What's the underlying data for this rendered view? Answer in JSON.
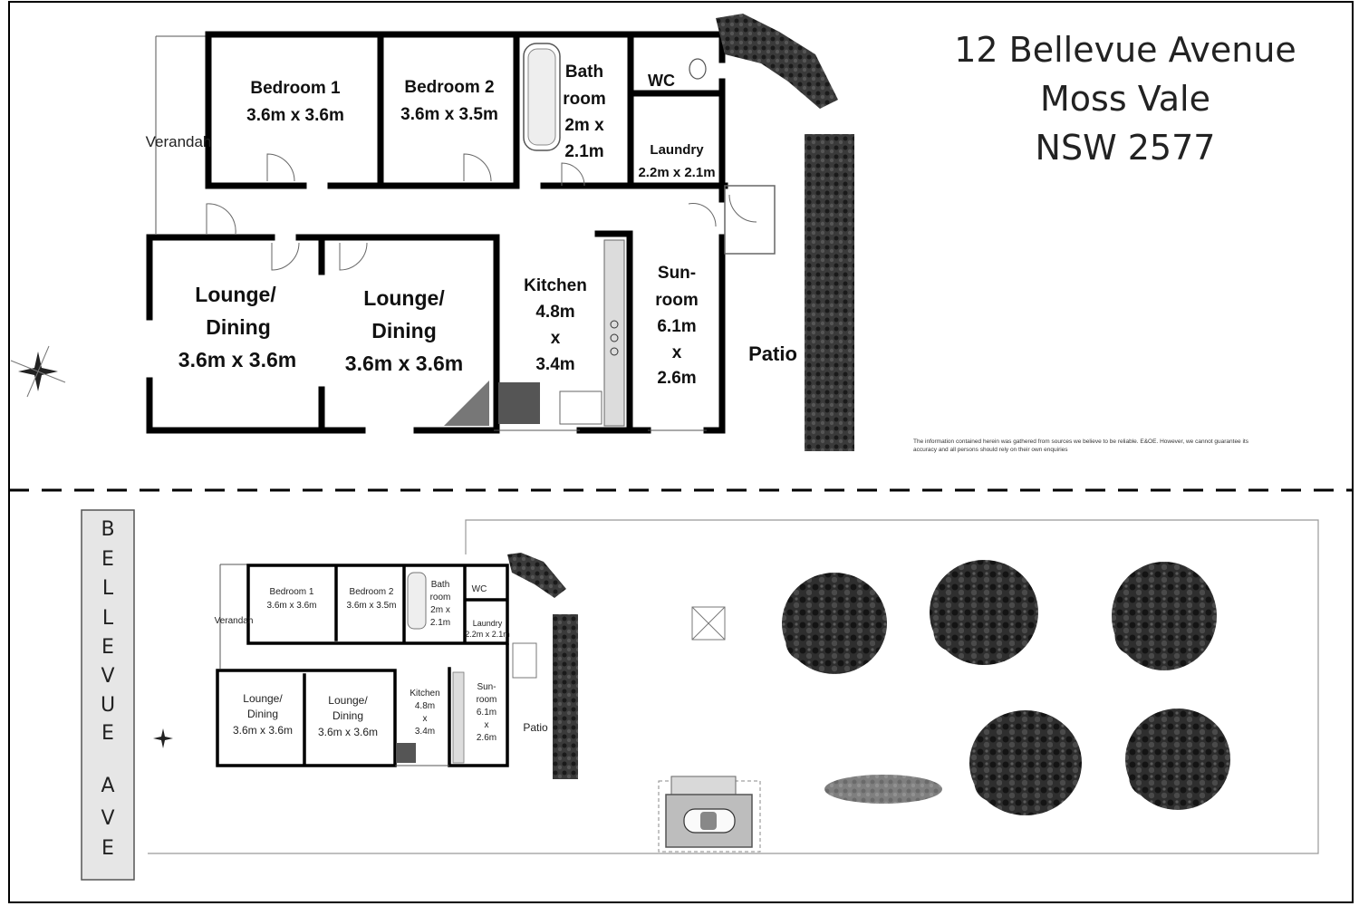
{
  "address": {
    "line1": "12 Bellevue Avenue",
    "line2": "Moss Vale",
    "line3": "NSW 2577"
  },
  "disclaimer": {
    "line1": "The information contained herein was gathered  from sources we believe to be reliable. E&OE. However, we cannot guarantee its",
    "line2": "accuracy and all persons should rely on  their own enquiries"
  },
  "street": {
    "letters": [
      "B",
      "E",
      "L",
      "L",
      "E",
      "V",
      "U",
      "E",
      "A",
      "V",
      "E"
    ]
  },
  "rooms": {
    "bedroom1": {
      "name": "Bedroom 1",
      "size": "3.6m x 3.6m"
    },
    "bedroom2": {
      "name": "Bedroom 2",
      "size": "3.6m x 3.5m"
    },
    "bathroom": {
      "line1": "Bath",
      "line2": "room",
      "line3": "2m x",
      "line4": "2.1m"
    },
    "wc": {
      "name": "WC"
    },
    "laundry": {
      "name": "Laundry",
      "size": "2.2m x 2.1m"
    },
    "lounge1": {
      "line1": "Lounge/",
      "line2": "Dining",
      "size": "3.6m x 3.6m"
    },
    "lounge2": {
      "line1": "Lounge/",
      "line2": "Dining",
      "size": "3.6m x 3.6m"
    },
    "kitchen": {
      "name": "Kitchen",
      "line1": "4.8m",
      "line2": "x",
      "line3": "3.4m"
    },
    "sunroom": {
      "line1": "Sun-",
      "line2": "room",
      "line3": "6.1m",
      "line4": "x",
      "line5": "2.6m"
    },
    "verandah": {
      "name": "Verandah"
    },
    "patio": {
      "name": "Patio"
    }
  },
  "colors": {
    "wall": "#000000",
    "hedge": "#2a2a2a",
    "street_fill": "#e6e6e6",
    "background": "#ffffff"
  },
  "icons": {
    "compass": "compass-rose-icon",
    "car": "car-icon",
    "tree": "tree-icon"
  }
}
